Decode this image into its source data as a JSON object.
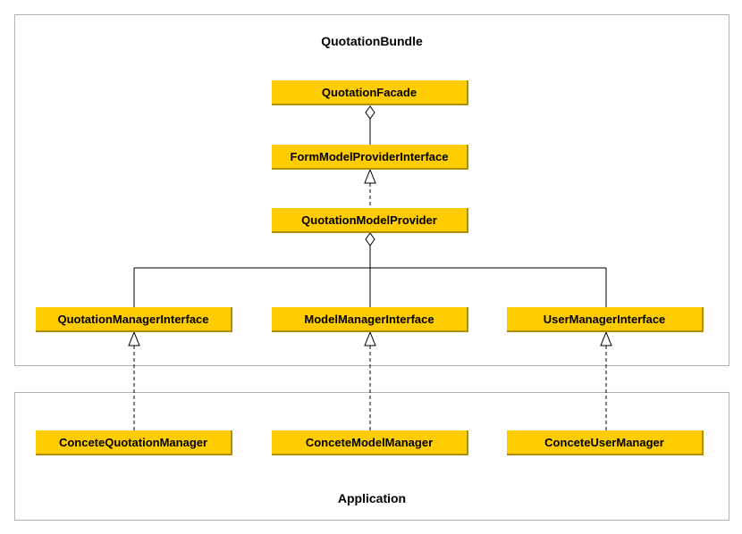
{
  "packages": {
    "bundle": {
      "title": "QuotationBundle"
    },
    "application": {
      "title": "Application"
    }
  },
  "classes": {
    "quotation_facade": "QuotationFacade",
    "form_model_provider_interface": "FormModelProviderInterface",
    "quotation_model_provider": "QuotationModelProvider",
    "quotation_manager_interface": "QuotationManagerInterface",
    "model_manager_interface": "ModelManagerInterface",
    "user_manager_interface": "UserManagerInterface",
    "concete_quotation_manager": "ConceteQuotationManager",
    "concete_model_manager": "ConceteModelManager",
    "concete_user_manager": "ConceteUserManager"
  },
  "relations": [
    {
      "from": "quotation_facade",
      "to": "form_model_provider_interface",
      "kind": "aggregation"
    },
    {
      "from": "form_model_provider_interface",
      "to": "quotation_model_provider",
      "kind": "realization"
    },
    {
      "from": "quotation_model_provider",
      "to": "quotation_manager_interface",
      "kind": "aggregation"
    },
    {
      "from": "quotation_model_provider",
      "to": "model_manager_interface",
      "kind": "aggregation"
    },
    {
      "from": "quotation_model_provider",
      "to": "user_manager_interface",
      "kind": "aggregation"
    },
    {
      "from": "quotation_manager_interface",
      "to": "concete_quotation_manager",
      "kind": "realization"
    },
    {
      "from": "model_manager_interface",
      "to": "concete_model_manager",
      "kind": "realization"
    },
    {
      "from": "user_manager_interface",
      "to": "concete_user_manager",
      "kind": "realization"
    }
  ],
  "colors": {
    "class_fill": "#ffcc00",
    "class_shadow": "#b38f00",
    "package_border": "#b3b3b3",
    "line": "#000000"
  }
}
